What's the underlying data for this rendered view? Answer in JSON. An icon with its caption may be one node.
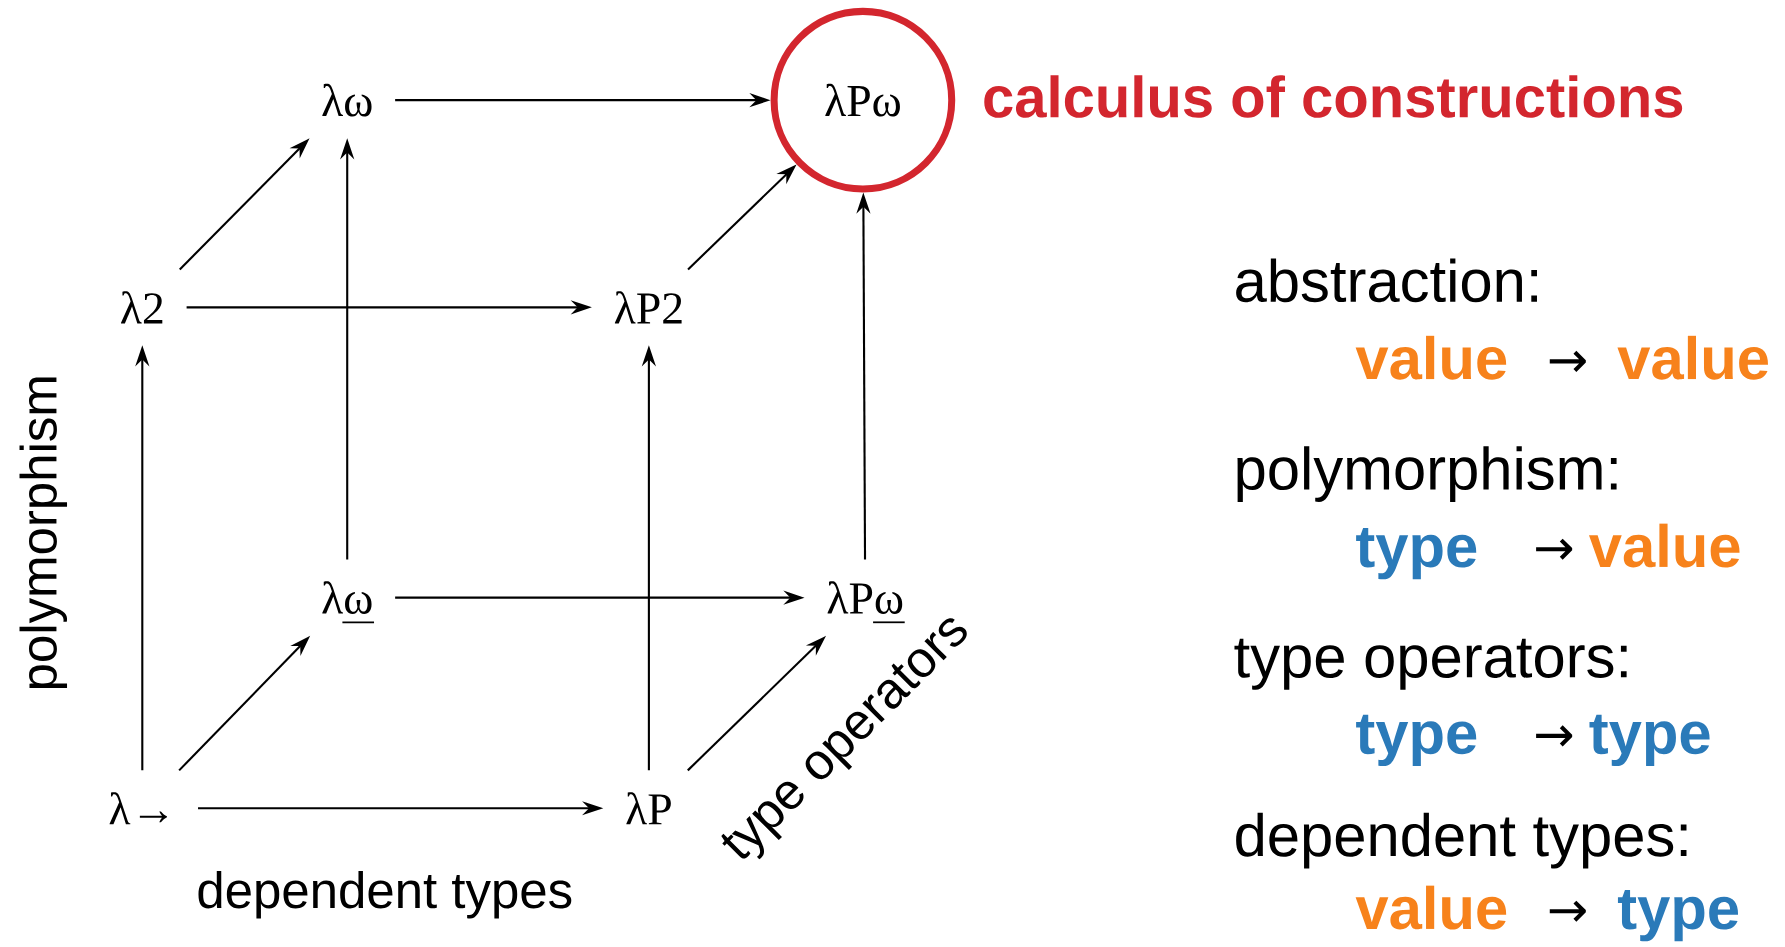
{
  "diagram": {
    "nodes": [
      {
        "text": [
          "λω"
        ]
      },
      {
        "text": [
          "λPω"
        ],
        "beside": [
          "calculus of constructions"
        ]
      },
      {
        "text": [
          "λ2"
        ]
      },
      {
        "text": [
          "λP2"
        ]
      },
      {
        "text": [
          "λω"
        ]
      },
      {
        "text": [
          "λPω"
        ]
      },
      {
        "text": [
          "λ→"
        ]
      },
      {
        "text": [
          "λP"
        ]
      }
    ],
    "edges": [
      {
        "from": 6,
        "to": 7,
        "arrow": "to"
      },
      {
        "from": 6,
        "to": 2,
        "arrow": "to"
      },
      {
        "from": 6,
        "to": 4,
        "arrow": "to"
      },
      {
        "from": 7,
        "to": 3,
        "arrow": "to"
      },
      {
        "from": 7,
        "to": 5,
        "arrow": "to"
      },
      {
        "from": 2,
        "to": 3,
        "arrow": "to"
      },
      {
        "from": 2,
        "to": 0,
        "arrow": "to"
      },
      {
        "from": 4,
        "to": 5,
        "arrow": "to"
      },
      {
        "from": 4,
        "to": 0,
        "arrow": "to"
      },
      {
        "from": 3,
        "to": 1,
        "arrow": "to"
      },
      {
        "from": 5,
        "to": 1,
        "arrow": "to"
      },
      {
        "from": 0,
        "to": 1,
        "arrow": "to"
      }
    ],
    "labels": [
      "polymorphism",
      "dependent types",
      "type operators",
      "abstraction:",
      "value",
      "→",
      "value",
      "polymorphism:",
      "type",
      "→",
      "value",
      "type operators:",
      "type",
      "→",
      "type",
      "dependent types:",
      "value",
      "→",
      "type"
    ]
  }
}
